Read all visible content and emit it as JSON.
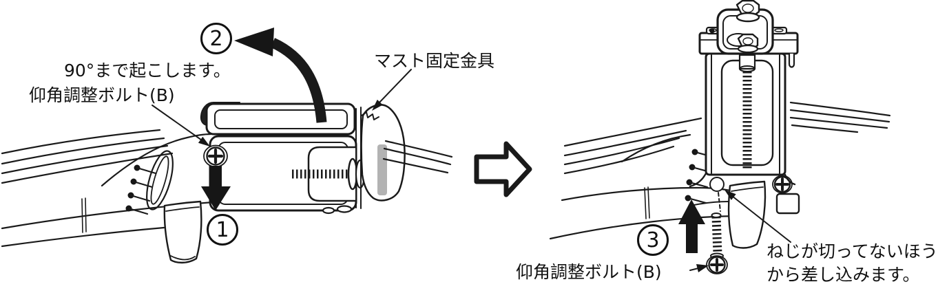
{
  "diagram": {
    "colors": {
      "line": "#1a1a1a",
      "background": "#ffffff",
      "shade": "#b3b3b3"
    },
    "left_figure": {
      "step1": {
        "number": "1"
      },
      "step2": {
        "number": "2",
        "caption": "90°まで起こします。"
      },
      "labels": {
        "mast_bracket": "マスト固定金具",
        "elevation_bolt": "仰角調整ボルト(B)"
      }
    },
    "right_figure": {
      "step3": {
        "number": "3"
      },
      "labels": {
        "elevation_bolt": "仰角調整ボルト(B)",
        "insert_note_line1": "ねじが切ってないほう",
        "insert_note_line2": "から差し込みます。"
      }
    }
  }
}
